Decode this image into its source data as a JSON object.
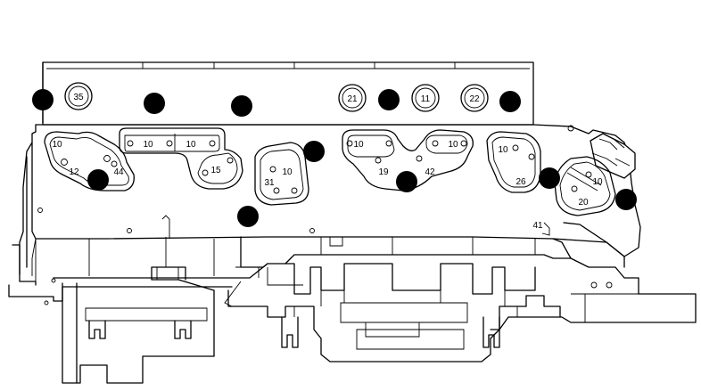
{
  "diagram": {
    "line_color": "#000000",
    "background_color": "#ffffff",
    "circle_labels": [
      "35",
      "21",
      "11",
      "22"
    ],
    "passage_labels": [
      "10",
      "12",
      "44",
      "10",
      "10",
      "15",
      "31",
      "10",
      "10",
      "19",
      "42",
      "10",
      "10",
      "26",
      "10",
      "20",
      "41"
    ]
  }
}
